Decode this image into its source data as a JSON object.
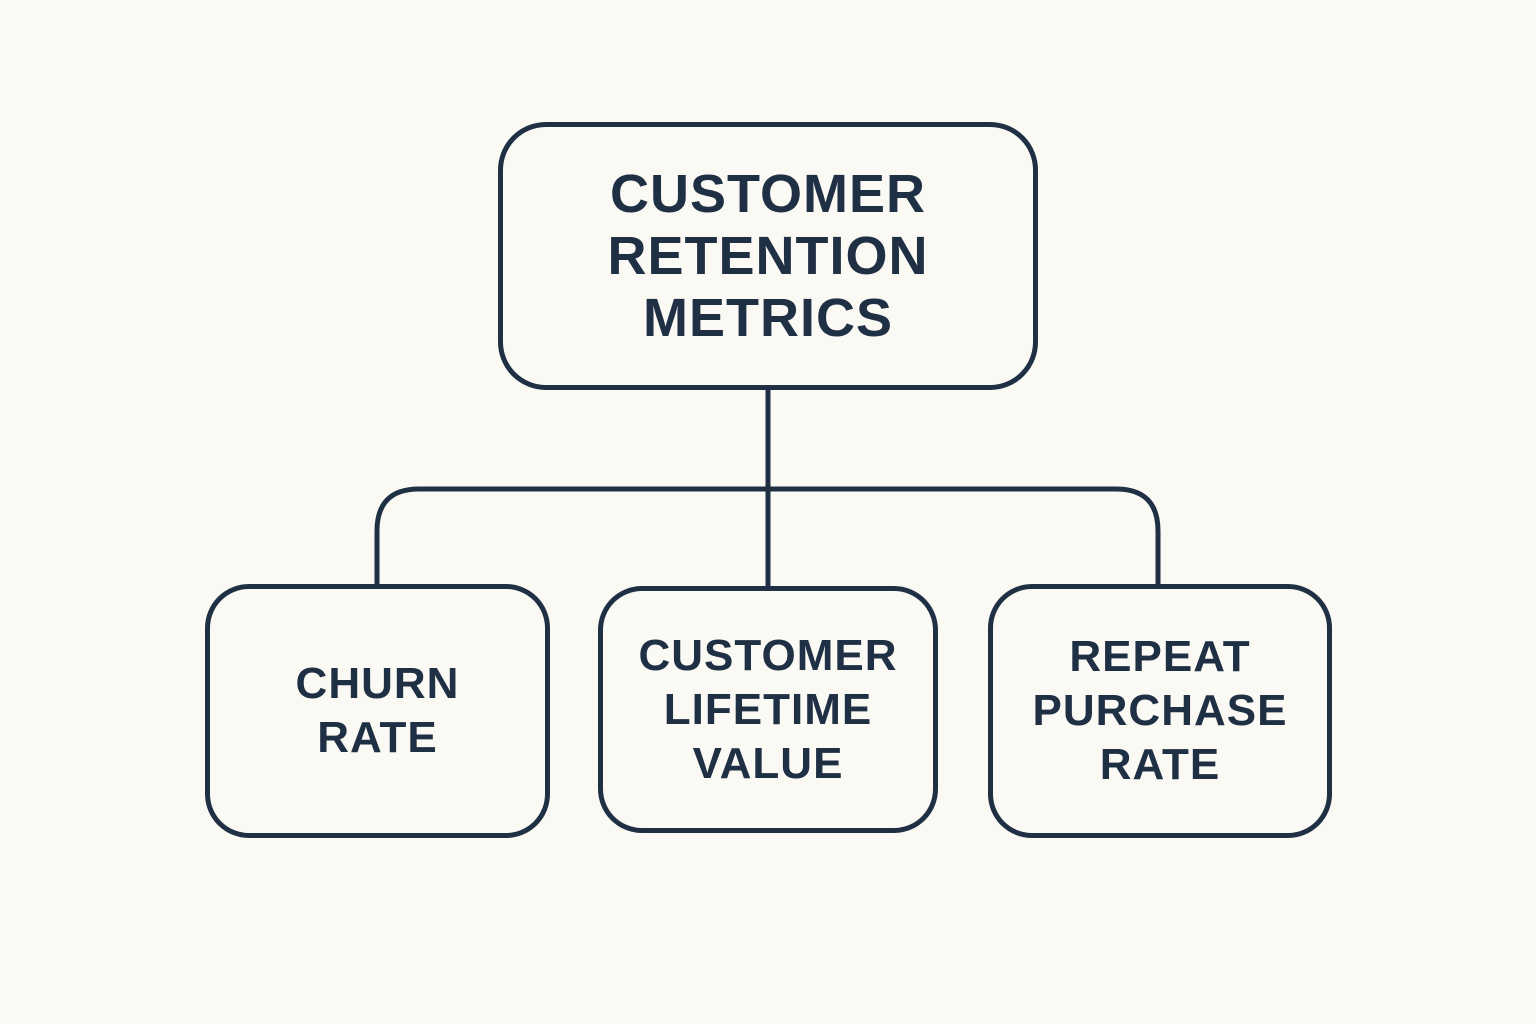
{
  "colors": {
    "stroke": "#203044",
    "text": "#203044",
    "background": "#faf9f4"
  },
  "diagram": {
    "type": "flowchart",
    "title": "Customer Retention Metrics",
    "root": {
      "id": "customer-retention-metrics",
      "label": "CUSTOMER\nRETENTION\nMETRICS"
    },
    "children": [
      {
        "id": "churn-rate",
        "label": "CHURN\nRATE"
      },
      {
        "id": "customer-lifetime-value",
        "label": "CUSTOMER\nLIFETIME\nVALUE"
      },
      {
        "id": "repeat-purchase-rate",
        "label": "REPEAT\nPURCHASE\nRATE"
      }
    ]
  }
}
